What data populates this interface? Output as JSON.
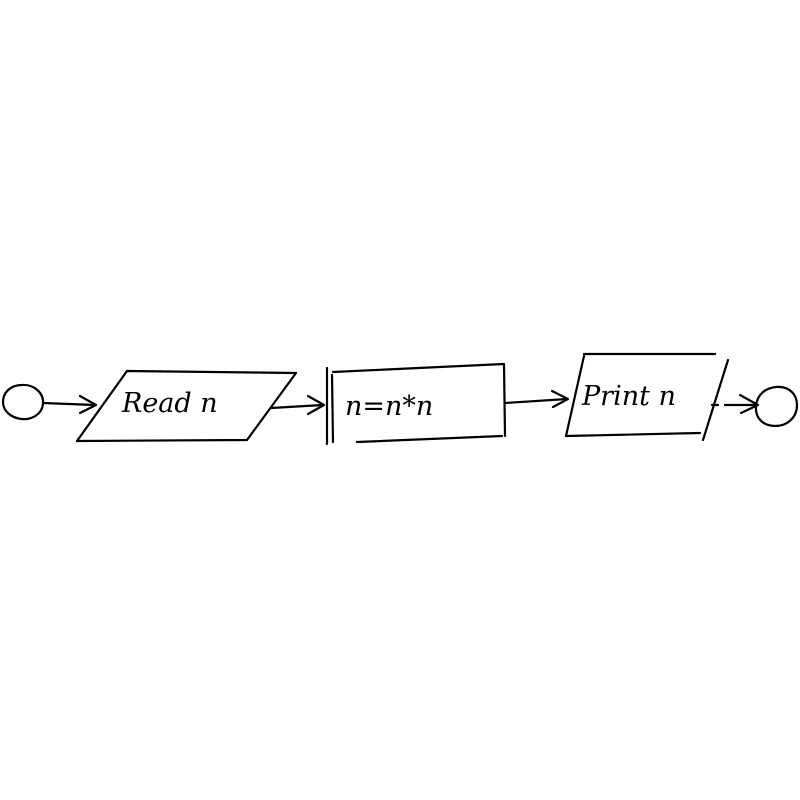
{
  "flowchart": {
    "nodes": [
      {
        "id": "start",
        "shape": "circle",
        "label": ""
      },
      {
        "id": "read",
        "shape": "parallelogram",
        "role": "input",
        "label": "Read n"
      },
      {
        "id": "assign",
        "shape": "rectangle",
        "role": "process",
        "label": "n=n*n"
      },
      {
        "id": "print",
        "shape": "parallelogram",
        "role": "output",
        "label": "Print n"
      },
      {
        "id": "end",
        "shape": "circle",
        "label": ""
      }
    ],
    "edges": [
      {
        "from": "start",
        "to": "read"
      },
      {
        "from": "read",
        "to": "assign"
      },
      {
        "from": "assign",
        "to": "print"
      },
      {
        "from": "print",
        "to": "end"
      }
    ]
  },
  "style": {
    "ink_color": "#000000",
    "background": "#ffffff",
    "hand_drawn": true
  }
}
